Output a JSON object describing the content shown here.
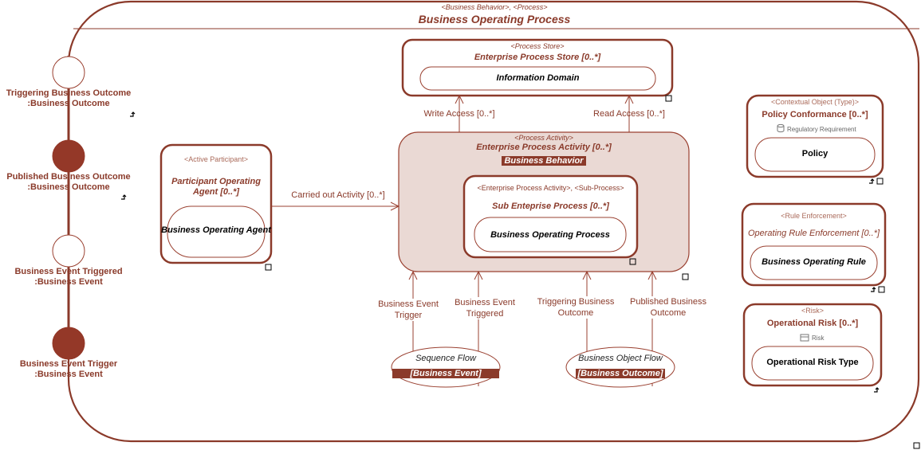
{
  "frame": {
    "stereotype": "<Business Behavior>, <Process>",
    "title": "Business Operating Process"
  },
  "ports": [
    {
      "label_line1": "Triggering Business Outcome",
      "label_line2": ":Business Outcome",
      "filled": false
    },
    {
      "label_line1": "Published Business Outcome",
      "label_line2": ":Business Outcome",
      "filled": true
    },
    {
      "label_line1": "Business Event Triggered",
      "label_line2": ":Business Event",
      "filled": false
    },
    {
      "label_line1": "Business Event Trigger",
      "label_line2": ":Business Event",
      "filled": true
    }
  ],
  "process_store": {
    "stereotype": "<Process Store>",
    "name": "Enterprise Process Store [0..*]",
    "inner": "Information Domain"
  },
  "participant": {
    "stereotype": "<Active Participant>",
    "name_line1": "Participant Operating",
    "name_line2": "Agent [0..*]",
    "inner": "Business Operating Agent"
  },
  "activity": {
    "stereotype": "<Process Activity>",
    "name": "Enterprise Process Activity [0..*]",
    "type": "Business Behavior"
  },
  "sub_process": {
    "stereotype": "<Enterprise Process Activity>, <Sub-Process>",
    "name": "Sub Enteprise Process [0..*]",
    "inner": "Business Operating Process"
  },
  "connectors": {
    "write_access": "Write Access [0..*]",
    "read_access": "Read Access [0..*]",
    "carried_out": "Carried out Activity [0..*]",
    "event_trigger_l1": "Business Event",
    "event_trigger_l2": "Trigger",
    "event_triggered_l1": "Business Event",
    "event_triggered_l2": "Triggered",
    "outcome_trig_l1": "Triggering Business",
    "outcome_trig_l2": "Outcome",
    "outcome_pub_l1": "Published Business",
    "outcome_pub_l2": "Outcome"
  },
  "sequence_flow": {
    "name": "Sequence Flow",
    "type": "[Business Event]"
  },
  "object_flow": {
    "name": "Business Object Flow",
    "type": "[Business Outcome]"
  },
  "policy": {
    "stereotype": "<Contextual Object (Type)>",
    "name": "Policy Conformance [0..*]",
    "tag": "Regulatory Requirement",
    "inner": "Policy"
  },
  "rule": {
    "stereotype": "<Rule Enforcement>",
    "name": "Operating Rule Enforcement [0..*]",
    "inner": "Business Operating Rule"
  },
  "risk": {
    "stereotype": "<Risk>",
    "name": "Operational Risk [0..*]",
    "tag": "Risk",
    "inner": "Operational Risk Type"
  },
  "colors": {
    "accent": "#8b3a2a",
    "activity_fill": "#ead9d4",
    "line": "#9a4030"
  }
}
